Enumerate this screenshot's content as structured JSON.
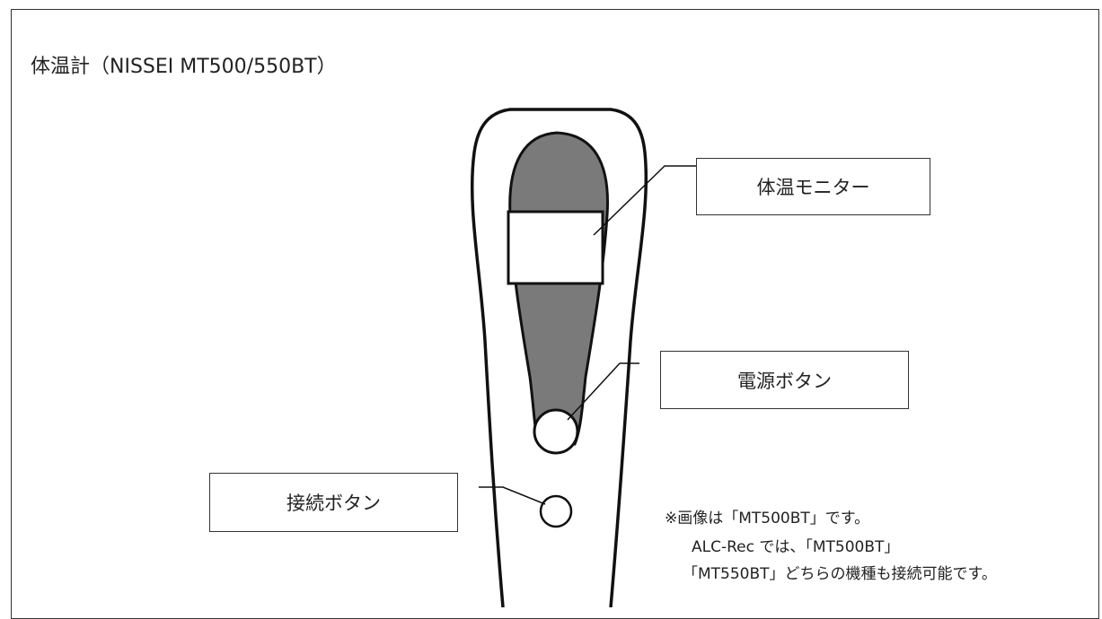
{
  "title": "体温計（NISSEI MT500/550BT）",
  "callouts": {
    "monitor": "体温モニター",
    "power": "電源ボタン",
    "connect": "接続ボタン"
  },
  "notes": {
    "line1": "※画像は「MT500BT」です。",
    "line2": "ALC-Rec では、「MT500BT」",
    "line3": "「MT550BT」どちらの機種も接続可能です。"
  },
  "colors": {
    "panel": "#7a7a7a",
    "outline": "#111111",
    "frame": "#333333"
  }
}
